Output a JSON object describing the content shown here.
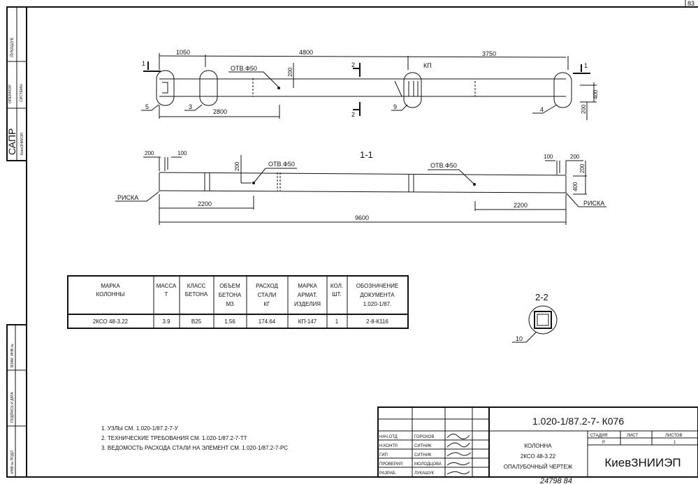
{
  "sheet_number": "83",
  "side_stamp": {
    "sapr": "САПР",
    "org": "КиевЗНИИЭП",
    "operator_label_1": "ОПЕРАТОР",
    "operator_label_2": "СИСТЕМЫ",
    "operator_name": "ЛУКАШУК",
    "inv_podl": "ИНВ.№ ПОДЛ",
    "podpis": "ПОДПИСЬ И ДАТА",
    "vzam": "ВЗАМ. ИНВ.№"
  },
  "plan_view": {
    "dims": {
      "d1050": "1050",
      "d4800": "4800",
      "d3750": "3750",
      "d2800": "2800",
      "d200a": "200",
      "d400": "400",
      "d200b": "200"
    },
    "hole_label": "ОТВ.Ф50",
    "kp_label": "КП",
    "section_1": "1",
    "section_2": "2",
    "callouts": [
      "5",
      "3",
      "9",
      "4"
    ]
  },
  "section_view": {
    "title": "1-1",
    "dims": {
      "d200l": "200",
      "d100l": "100",
      "d100r": "100",
      "d200r": "200",
      "d200v": "200",
      "d200v2": "200",
      "d400": "400",
      "d2200l": "2200",
      "d2200r": "2200",
      "d9600": "9600"
    },
    "hole_label_1": "ОТВ.Ф50",
    "hole_label_2": "ОТВ.Ф50",
    "riska_left": "РИСКА",
    "riska_right": "РИСКА"
  },
  "section_2_2": {
    "title": "2-2",
    "callout": "10"
  },
  "spec_table": {
    "headers": [
      [
        "МАРКА",
        "КОЛОННЫ"
      ],
      [
        "МАССА",
        "Т"
      ],
      [
        "КЛАСС",
        "БЕТОНА"
      ],
      [
        "ОБЪЕМ",
        "БЕТОНА",
        "М3"
      ],
      [
        "РАСХОД",
        "СТАЛИ",
        "КГ"
      ],
      [
        "МАРКА",
        "АРМАТ.",
        "ИЗДЕЛИЯ"
      ],
      [
        "КОЛ.",
        "ШТ."
      ],
      [
        "ОБОЗНАЧЕНИЕ",
        "ДОКУМЕНТА",
        "1.020-1/87."
      ]
    ],
    "row": [
      "2КСО 48-3.22",
      "3.9",
      "В25",
      "1.56",
      "174.64",
      "КП-147",
      "1",
      "2-8-К116"
    ]
  },
  "notes": [
    "1. УЗЛЫ СМ. 1.020-1/87.2-7-У",
    "2. ТЕХНИЧЕСКИЕ ТРЕБОВАНИЯ СМ. 1.020-1/87.2-7-ТТ",
    "3. ВЕДОМОСТЬ РАСХОДА СТАЛИ НА ЭЛЕМЕНТ СМ. 1.020-1/87.2-7-РС"
  ],
  "title_block": {
    "code": "1.020-1/87.2-7- К076",
    "roles": [
      {
        "role": "НАЧ.ОТД",
        "name": "ГОРОХОВ"
      },
      {
        "role": "Н.КОНТР.",
        "name": "СИТНИК"
      },
      {
        "role": "ГИП",
        "name": "СИТНИК"
      },
      {
        "role": "ПРОВЕРИЛ",
        "name": "МОЛОДЦОВА"
      },
      {
        "role": "РАЗРАБ.",
        "name": "ЛУКАШУК"
      }
    ],
    "name_1": "КОЛОННА",
    "name_2": "2КСО 48-3.22",
    "name_3": "ОПАЛУБОЧНЫЙ ЧЕРТЕЖ",
    "stage_label": "СТАДИЯ",
    "sheet_label": "ЛИСТ",
    "sheets_label": "ЛИСТОВ",
    "stage": "Р",
    "sheets": "1",
    "org": "КиевЗНИИЭП"
  },
  "archive_number": "24798  84"
}
